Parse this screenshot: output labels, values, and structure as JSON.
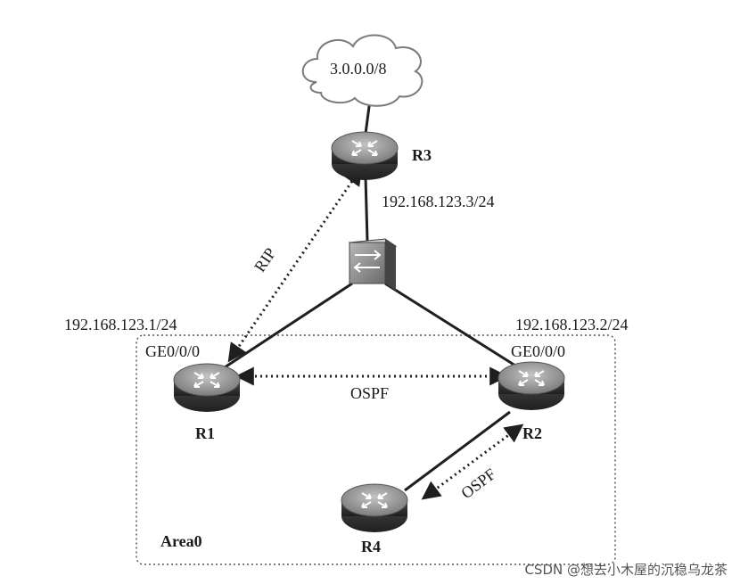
{
  "network": {
    "cloud_label": "3.0.0.0/8",
    "routers": {
      "r1": "R1",
      "r2": "R2",
      "r3": "R3",
      "r4": "R4"
    },
    "addresses": {
      "r3_ip": "192.168.123.3/24",
      "r1_ip": "192.168.123.1/24",
      "r2_ip": "192.168.123.2/24"
    },
    "interfaces": {
      "r1_if": "GE0/0/0",
      "r2_if": "GE0/0/0"
    },
    "protocols": {
      "rip": "RIP",
      "ospf_r1_r2": "OSPF",
      "ospf_r2_r4": "OSPF"
    },
    "area_label": "Area0"
  },
  "watermark": "CSDN @想去小木屋的沉稳乌龙茶",
  "colors": {
    "router_top": "#9a9a9a",
    "router_side": "#3a3a3a",
    "line": "#1f1f1f",
    "area_border": "#555555"
  },
  "icons": {
    "router": "router-icon",
    "switch": "switch-icon",
    "cloud": "cloud-icon"
  }
}
